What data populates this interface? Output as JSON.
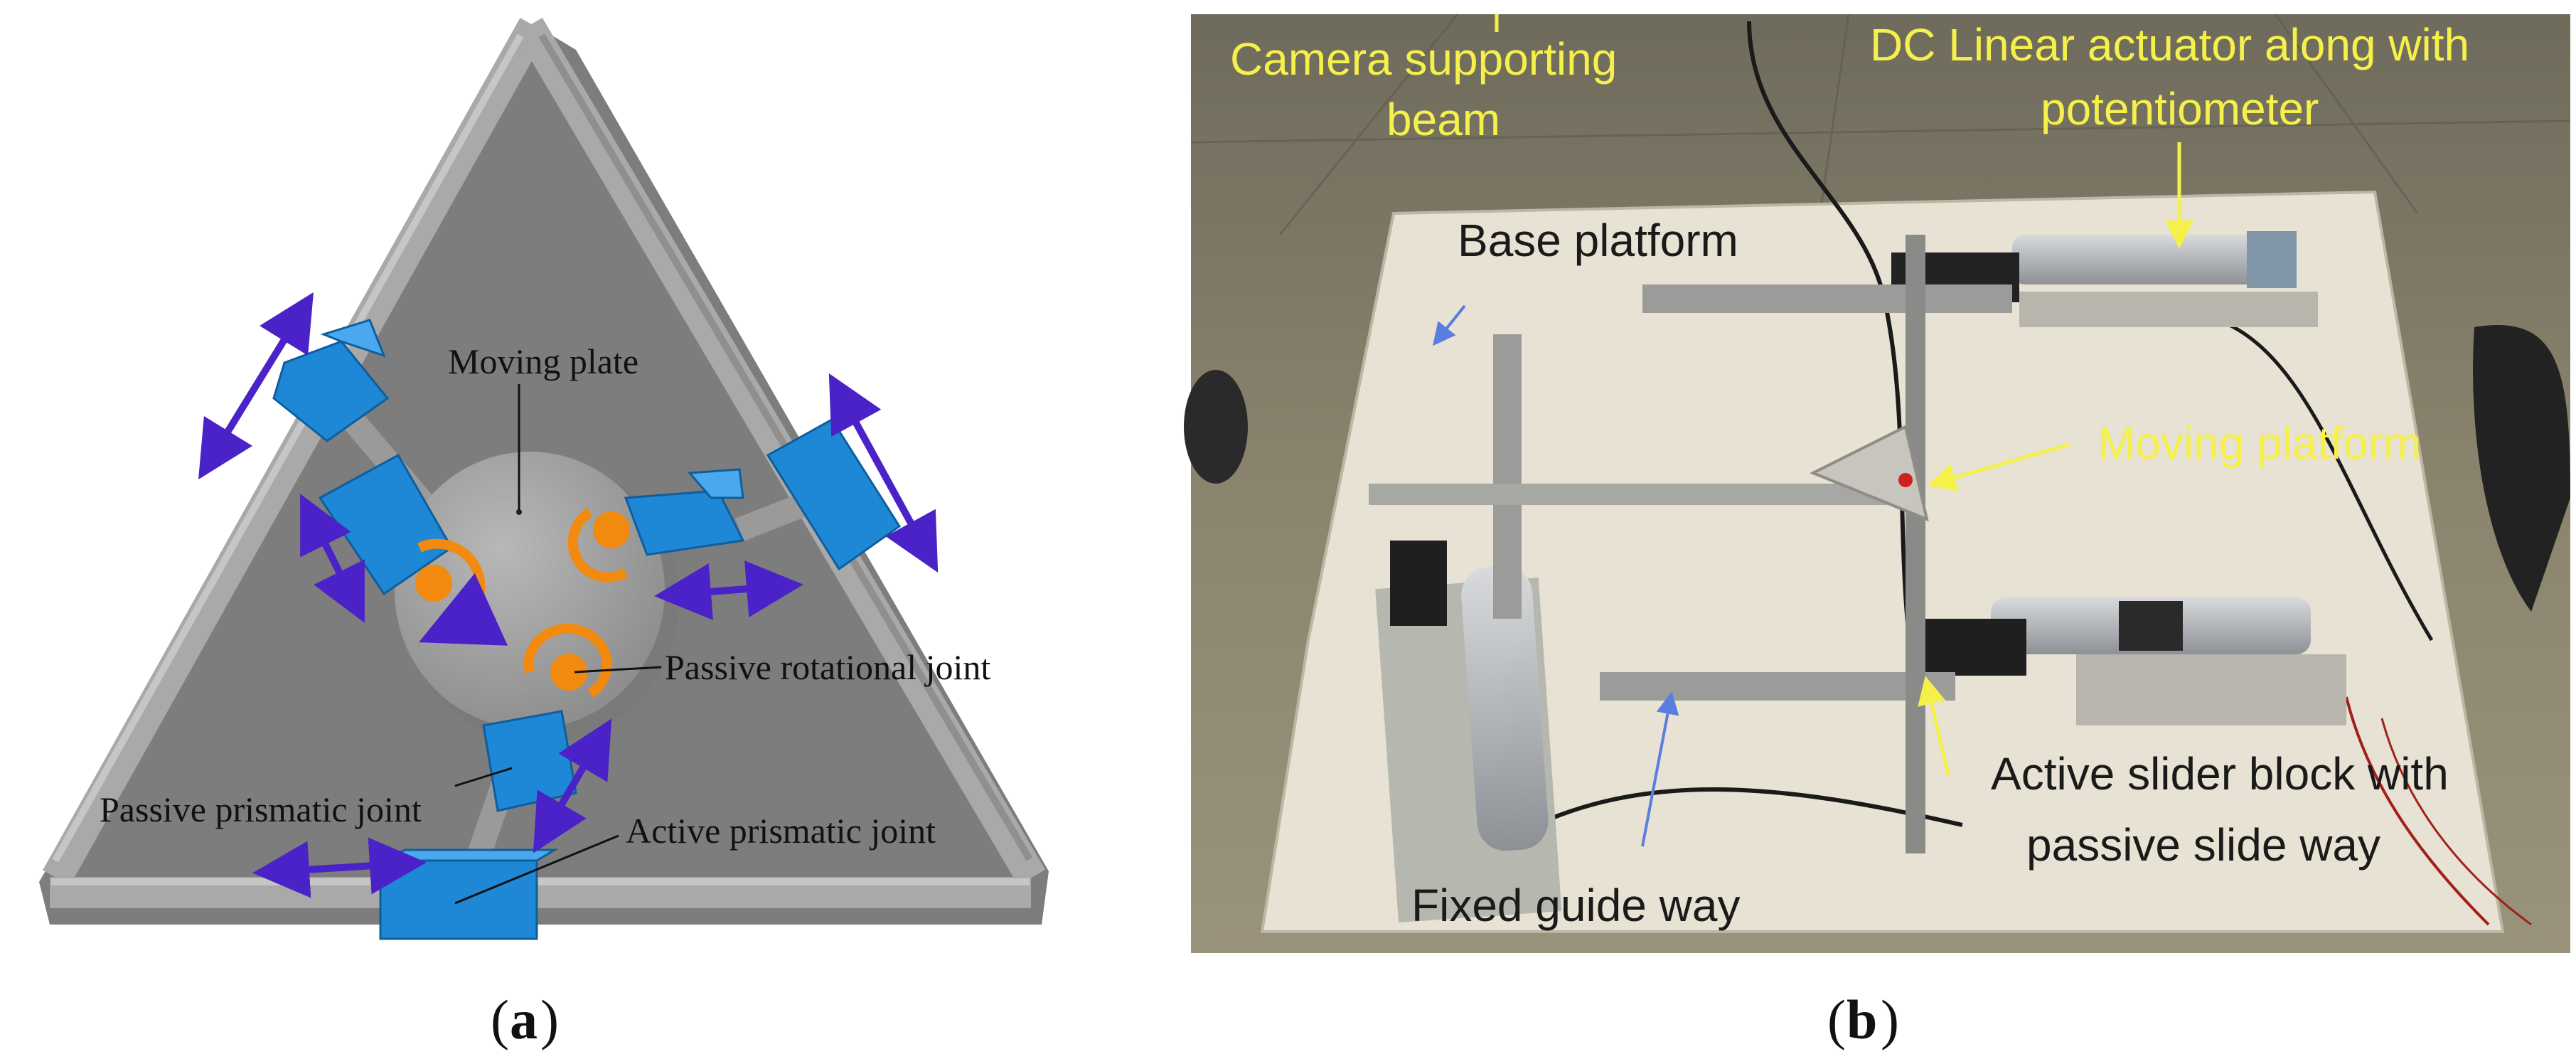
{
  "panel_a": {
    "labels": {
      "moving_plate": "Moving plate",
      "passive_rotational_joint": "Passive rotational joint",
      "passive_prismatic_joint": "Passive prismatic joint",
      "active_prismatic_joint": "Active prismatic joint"
    },
    "caption_letter": "a"
  },
  "panel_b": {
    "labels": {
      "camera_beam_1": "Camera supporting",
      "camera_beam_2": "beam",
      "actuator_1": "DC Linear actuator along with",
      "actuator_2": "potentiometer",
      "base_platform": "Base platform",
      "moving_platform": "Moving platform",
      "slider_1": "Active slider block with",
      "slider_2": "passive slide way",
      "fixed_guide_way": "Fixed guide way"
    },
    "caption_letter": "b"
  },
  "colors": {
    "frame_gray": "#a9a9a9",
    "joint_blue": "#1e88d6",
    "arrow_purple": "#4a22c8",
    "rot_orange": "#f28a10",
    "label_yellow": "#f6f04a",
    "photo_floor": "#7f7a66",
    "board_white": "#e9e4d6"
  }
}
